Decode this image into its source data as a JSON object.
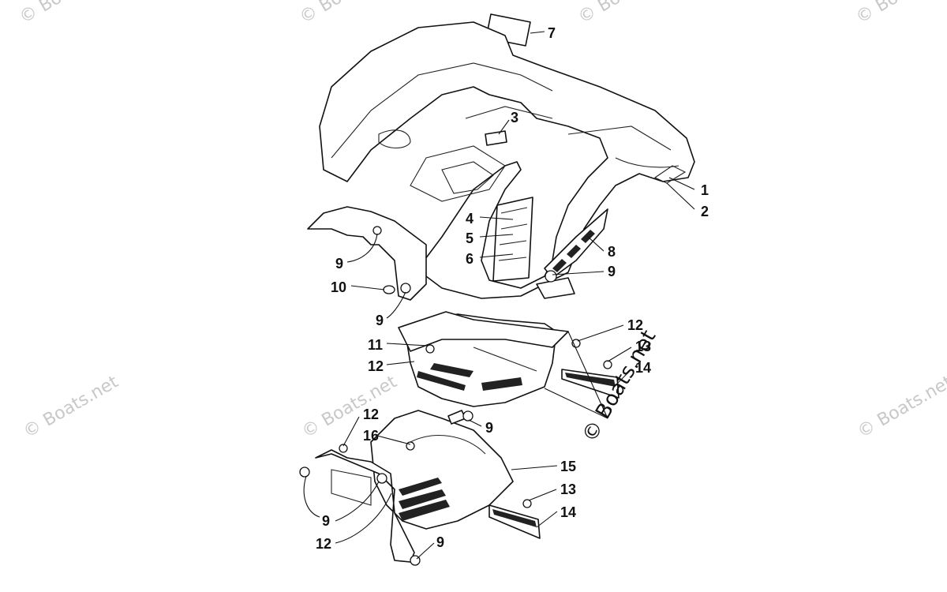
{
  "watermark": {
    "text": "© Boats.net"
  },
  "callouts": [
    {
      "id": "c7a",
      "label": "7"
    },
    {
      "id": "c3",
      "label": "3"
    },
    {
      "id": "c1",
      "label": "1"
    },
    {
      "id": "c2",
      "label": "2"
    },
    {
      "id": "c4",
      "label": "4"
    },
    {
      "id": "c5",
      "label": "5"
    },
    {
      "id": "c6",
      "label": "6"
    },
    {
      "id": "c8",
      "label": "8"
    },
    {
      "id": "c9a",
      "label": "9"
    },
    {
      "id": "c9b",
      "label": "9"
    },
    {
      "id": "c10",
      "label": "10"
    },
    {
      "id": "c9c",
      "label": "9"
    },
    {
      "id": "c12a",
      "label": "12"
    },
    {
      "id": "c11",
      "label": "11"
    },
    {
      "id": "c13a",
      "label": "13"
    },
    {
      "id": "c12b",
      "label": "12"
    },
    {
      "id": "c14a",
      "label": "14"
    },
    {
      "id": "c12c",
      "label": "12"
    },
    {
      "id": "c16",
      "label": "16"
    },
    {
      "id": "c9d",
      "label": "9"
    },
    {
      "id": "c15",
      "label": "15"
    },
    {
      "id": "c13b",
      "label": "13"
    },
    {
      "id": "c9e",
      "label": "9"
    },
    {
      "id": "c14b",
      "label": "14"
    },
    {
      "id": "c12d",
      "label": "12"
    },
    {
      "id": "c9f",
      "label": "9"
    }
  ]
}
